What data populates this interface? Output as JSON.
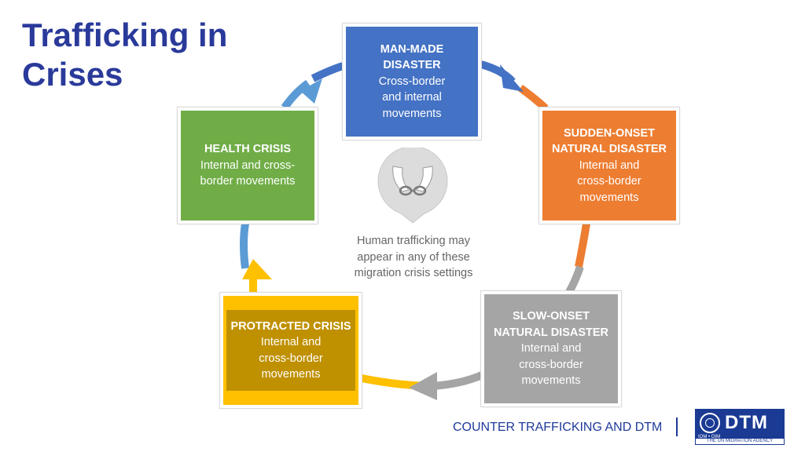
{
  "title": {
    "line1": "Trafficking in",
    "line2": "Crises"
  },
  "boxes": {
    "man_made": {
      "heading": "MAN-MADE\nDISASTER",
      "desc": "Cross-border\nand internal\nmovements",
      "color": "#4472c4"
    },
    "sudden": {
      "heading": "SUDDEN-ONSET\nNATURAL DISASTER",
      "desc": "Internal and\ncross-border\nmovements",
      "color": "#ed7d31"
    },
    "slow": {
      "heading": "SLOW-ONSET\nNATURAL DISASTER",
      "desc": "Internal and\ncross-border\nmovements",
      "color": "#a5a5a5"
    },
    "protracted": {
      "heading": "PROTRACTED CRISIS",
      "desc": "Internal and\ncross-border\nmovements",
      "color": "#ffc000"
    },
    "health": {
      "heading": "HEALTH CRISIS",
      "desc": "Internal and cross-\nborder movements",
      "color": "#70ad47"
    }
  },
  "center": {
    "icon": "handcuffed-hands-icon",
    "text": "Human trafficking may\nappear in any of these\nmigration crisis settings"
  },
  "footer": {
    "text": "COUNTER TRAFFICKING AND DTM"
  },
  "logo": {
    "org": "IOM • OIM",
    "name": "DTM",
    "tagline": "THE UN MIGRATION AGENCY"
  }
}
